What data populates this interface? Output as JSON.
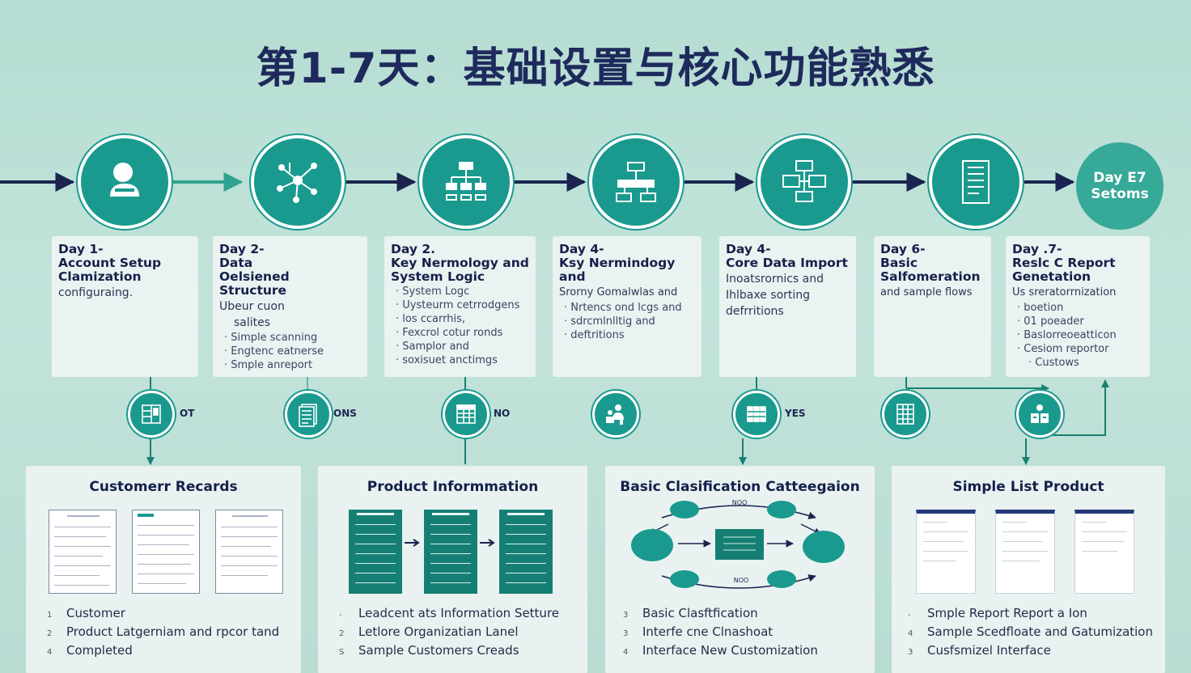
{
  "title": "第1-7天：基础设置与核心功能熟悉",
  "steps": [
    {
      "icon": "person-icon"
    },
    {
      "icon": "network-icon"
    },
    {
      "icon": "hierarchy-icon"
    },
    {
      "icon": "flowchart-icon"
    },
    {
      "icon": "data-import-icon"
    },
    {
      "icon": "document-icon"
    },
    {
      "text": [
        "Day E7",
        "Setoms"
      ]
    }
  ],
  "cards": [
    {
      "head": [
        "Day 1-",
        "Account Setup",
        "Clamization"
      ],
      "sub": [
        "configuraing."
      ],
      "bullets": []
    },
    {
      "head": [
        "Day 2-",
        "Data",
        "Oelsiened Structure"
      ],
      "sub": [
        "Ubeur cuon",
        "salites"
      ],
      "bullets": [
        "Simple scanning",
        "Engtenc eatnerse",
        "Smple anreport"
      ]
    },
    {
      "head": [
        "Day 2.",
        "Key Nermology and",
        "System Logic"
      ],
      "sub": [],
      "bullets": [
        "System Logc",
        "Uysteurm cetrrodgens",
        "los ccarrhis,",
        "Fexcrol cotur ronds",
        "Samplor and",
        "soxisuet anctimgs"
      ]
    },
    {
      "head": [
        "Day 4-",
        "Ksy Nermindogy and"
      ],
      "sub": [
        "Srorny Gomalwlas and"
      ],
      "bullets": [
        "Nrtencs ond lcgs and",
        "sdrcmlnlltig and",
        "deftritions"
      ]
    },
    {
      "head": [
        "Day 4-",
        "Core Data Import"
      ],
      "sub": [
        "Inoatsrornics and",
        "Ihlbaxe sorting",
        "defrritions"
      ],
      "bullets": []
    },
    {
      "head": [
        "Day 6-",
        "Basic",
        "Salfomeration"
      ],
      "sub": [
        "and sample flows"
      ],
      "bullets": []
    },
    {
      "head": [
        "Day .7-",
        "Reslc C Report",
        "Genetation"
      ],
      "sub": [
        "Us sreratorrnization"
      ],
      "bullets": [
        "boetion",
        "01 poeader",
        "Baslorreoeatticon",
        "Cesiom reportor",
        "Custows"
      ]
    }
  ],
  "decisions": [
    {
      "icon": "cabinet-icon",
      "label": "OT"
    },
    {
      "icon": "report-icon",
      "label": "ONS"
    },
    {
      "icon": "table-icon",
      "label": "NO"
    },
    {
      "icon": "team-icon",
      "label": ""
    },
    {
      "icon": "database-icon",
      "label": "YES"
    },
    {
      "icon": "grid-icon",
      "label": ""
    },
    {
      "icon": "briefcase-icon",
      "label": ""
    }
  ],
  "panels": [
    {
      "title": "Customerr Recards",
      "items": [
        {
          "n": "1",
          "t": "Customer"
        },
        {
          "n": "2",
          "t": "Product Latgerniam and rpcor tand"
        },
        {
          "n": "4",
          "t": "Completed"
        }
      ]
    },
    {
      "title": "Product Informmation",
      "items": [
        {
          "n": "-",
          "t": "Leadcent ats Information Setture"
        },
        {
          "n": "2",
          "t": "Letlore Organizatian Lanel"
        },
        {
          "n": "S",
          "t": "Sample Customers Creads"
        }
      ]
    },
    {
      "title": "Basic Clasification Catteegaion",
      "items": [
        {
          "n": "3",
          "t": "Basic Clasftfication"
        },
        {
          "n": "3",
          "t": "Interfe cne Clnashoat"
        },
        {
          "n": "4",
          "t": "Interface New Customization"
        }
      ],
      "diagram": {
        "top_label": "NOO",
        "bottom_label": "NOO"
      }
    },
    {
      "title": "Simple List Product",
      "items": [
        {
          "n": "-",
          "t": "Smple Report Report a Ion"
        },
        {
          "n": "4",
          "t": "Sample Scedfloate and Gatumization"
        },
        {
          "n": "3",
          "t": "Cusfsmizel Interface"
        }
      ]
    }
  ],
  "colors": {
    "teal": "#1a9a8e",
    "navy": "#1b2450",
    "arrow_green": "#2fa38f"
  }
}
